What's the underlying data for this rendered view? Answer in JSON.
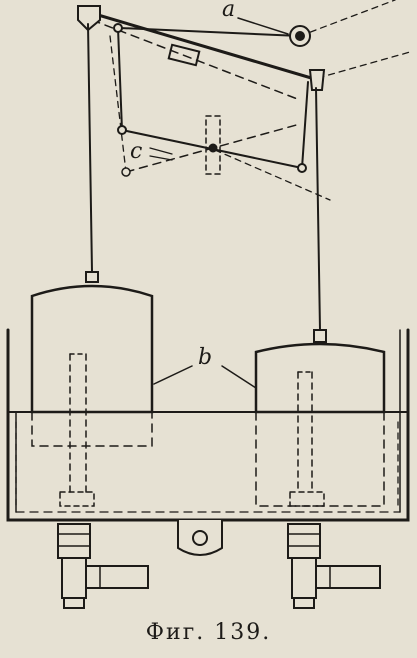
{
  "figure": {
    "labels": {
      "a": "a",
      "b": "b",
      "c": "c"
    },
    "caption": "Фиг. 139."
  }
}
